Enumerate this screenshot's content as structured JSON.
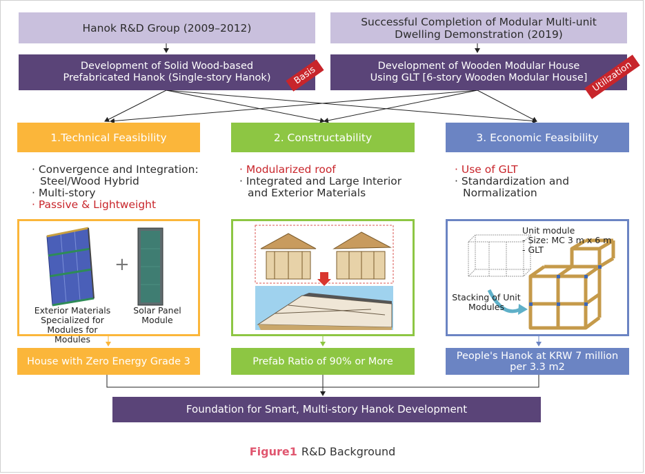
{
  "top": {
    "left_title": "Hanok R&D Group (2009–2012)",
    "right_title_line1": "Successful Completion of Modular Multi-unit",
    "right_title_line2": "Dwelling Demonstration (2019)"
  },
  "dev": {
    "left_line1": "Development of Solid Wood-based",
    "left_line2": "Prefabricated Hanok (Single-story Hanok)",
    "left_tag": "Basis",
    "right_line1": "Development of Wooden Modular House",
    "right_line2": "Using GLT [6-story Wooden Modular House]",
    "right_tag": "Utilization"
  },
  "columns": [
    {
      "header": "1.Technical Feasibility",
      "bullets": [
        "Convergence and Integration: Steel/Wood Hybrid",
        "Multi-story",
        "Passive & Lightweight"
      ],
      "image_caption_left": "Exterior Materials Specialized for Modules for Modules",
      "image_caption_right": "Solar Panel Module",
      "plus": "+",
      "result": "House with Zero Energy Grade 3"
    },
    {
      "header": "2. Constructability",
      "bullets": [
        "Modularized roof",
        "Integrated and Large Interior and Exterior Materials"
      ],
      "result": "Prefab Ratio of 90% or More"
    },
    {
      "header": "3. Economic Feasibility",
      "bullets": [
        "Use of GLT",
        "Standardization and Normalization"
      ],
      "unit_label_1": "Unit module",
      "unit_label_2": "- Size: MC 3 m x 6 m",
      "unit_label_3": "- GLT",
      "stacking_label_1": "Stacking of Unit",
      "stacking_label_2": "Modules",
      "result_line1": "People's Hanok at KRW 7 million",
      "result_line2": "per 3.3 m2"
    }
  ],
  "foundation": "Foundation for Smart, Multi-story Hanok Development",
  "figure": {
    "label": "Figure1",
    "title": "R&D Background"
  },
  "colors": {
    "lavender": "#c9c0dd",
    "purple": "#5a4478",
    "orange": "#fbb63a",
    "green": "#8dc643",
    "blue": "#6b84c3",
    "tag_red": "#c8252b",
    "caption_pink": "#e0566f"
  }
}
